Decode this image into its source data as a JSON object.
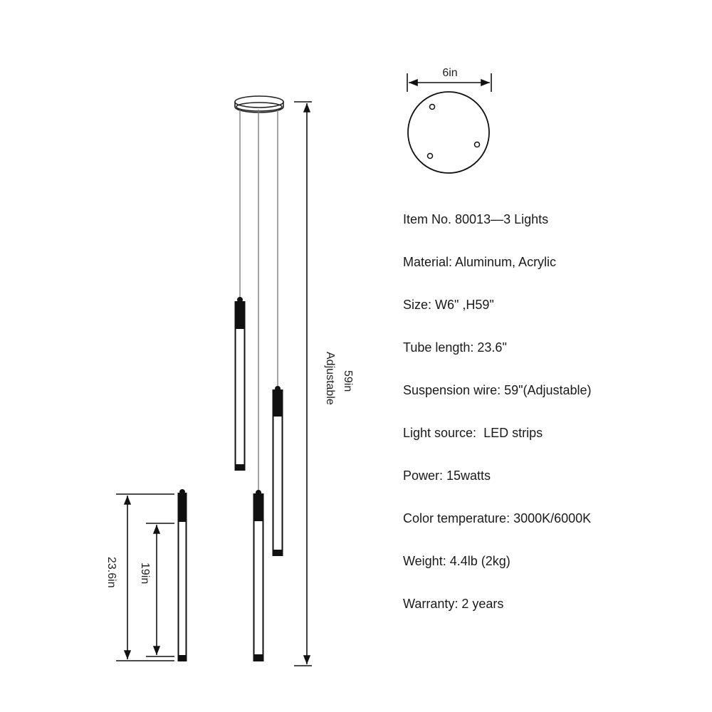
{
  "dimensions": {
    "canopy_diameter": "6in",
    "overall_height": "59in",
    "adjustable_note": "Adjustable",
    "tube_length": "23.6in",
    "lit_length": "19in"
  },
  "specs": [
    "Item No. 80013—3 Lights",
    "Material: Aluminum, Acrylic",
    "Size: W6\" ,H59\"",
    "Tube length: 23.6\"",
    "Suspension wire: 59\"(Adjustable)",
    "Light source:  LED strips",
    "Power: 15watts",
    "Color temperature: 3000K/6000K",
    "Weight: 4.4lb (2kg)",
    "Warranty: 2 years"
  ]
}
